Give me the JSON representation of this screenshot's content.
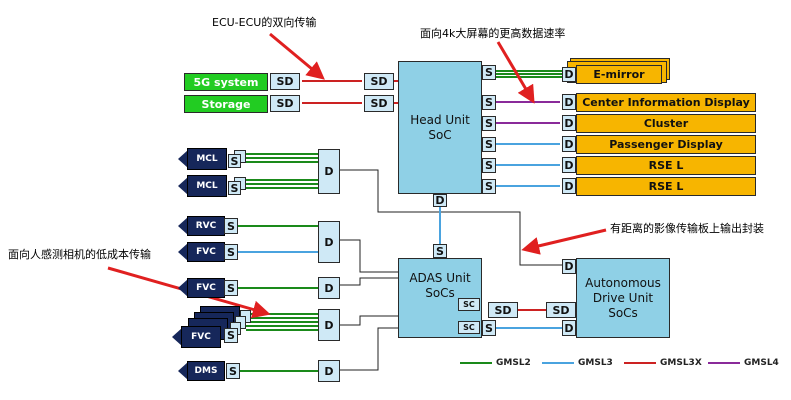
{
  "annotations": {
    "bidirectional": "ECU-ECU的双向传输",
    "high_rate": "面向4k大屏幕的更高数据速率",
    "long_distance": "有距离的影像传输板上输出封装",
    "low_cost_camera": "面向人感测相机的低成本传输"
  },
  "head_unit": {
    "line1": "Head Unit",
    "line2": "SoC"
  },
  "adas_unit": {
    "line1": "ADAS Unit",
    "line2": "SoCs"
  },
  "autonomous_unit": {
    "line1": "Autonomous",
    "line2": "Drive Unit",
    "line3": "SoCs"
  },
  "left_blocks": {
    "system_5g": "5G system",
    "storage": "Storage"
  },
  "displays": {
    "emirror": "E-mirror",
    "cid": "Center Information Display",
    "cluster": "Cluster",
    "passenger": "Passenger Display",
    "rse1": "RSE L",
    "rse2": "RSE L"
  },
  "cameras": {
    "mcl1": "MCL",
    "mcl2": "MCL",
    "rvc": "RVC",
    "fvc1": "FVC",
    "fvc2": "FVC",
    "fvc3": "FVC",
    "dms": "DMS"
  },
  "labels": {
    "sd": "SD",
    "s": "S",
    "d": "D",
    "sc": "SC"
  },
  "legend": [
    {
      "name": "GMSL2",
      "color": "#1a8a1a"
    },
    {
      "name": "GMSL3",
      "color": "#4aa3df"
    },
    {
      "name": "GMSL3X",
      "color": "#cc2222"
    },
    {
      "name": "GMSL4",
      "color": "#8a2a9a"
    }
  ],
  "colors": {
    "arrow": "#e02020",
    "soc": "#8fd0e6",
    "display": "#f7b500",
    "green_block": "#22cc22",
    "camera": "#16275a"
  }
}
